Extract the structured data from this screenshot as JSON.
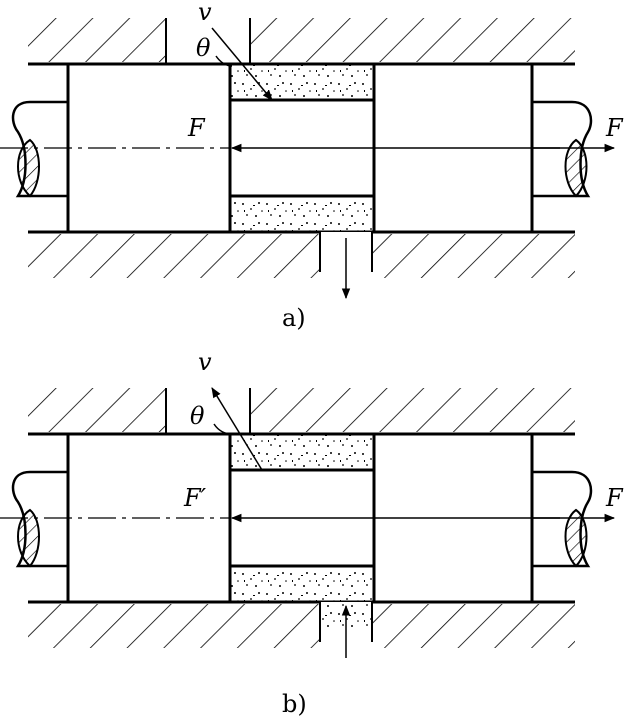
{
  "panels": [
    {
      "id": "a",
      "caption": "a)",
      "velocity_label": "v",
      "angle_label": "θ",
      "left_force_label": "F",
      "right_force_label": "F",
      "jet_direction": "inward",
      "outlet_flow": "out"
    },
    {
      "id": "b",
      "caption": "b)",
      "velocity_label": "v",
      "angle_label": "θ",
      "left_force_label": "F′",
      "right_force_label": "F",
      "jet_direction": "outward",
      "outlet_flow": "in"
    }
  ],
  "colors": {
    "line": "#000000",
    "background": "#ffffff"
  }
}
